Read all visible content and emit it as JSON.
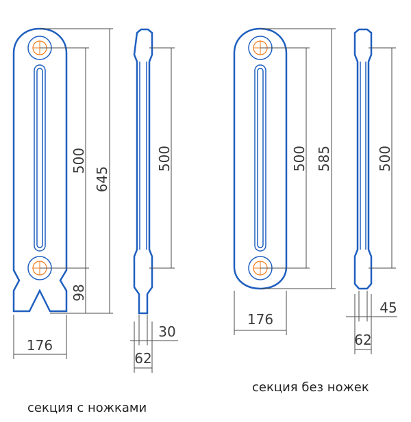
{
  "colors": {
    "outline": "#1f5fbf",
    "port": "#f07a1a",
    "dimension_line": "#4a4a4a",
    "text": "#3a3a3a"
  },
  "left_section": {
    "caption": "секция с ножками",
    "dims": {
      "center_distance": "500",
      "height": "645",
      "leg_height": "98",
      "width": "176",
      "side_center_distance": "500",
      "depth_top": "30",
      "depth": "62"
    }
  },
  "right_section": {
    "caption": "секция без ножек",
    "dims": {
      "center_distance": "500",
      "height": "585",
      "width": "176",
      "side_center_distance": "500",
      "depth_top": "45",
      "depth": "62"
    }
  }
}
